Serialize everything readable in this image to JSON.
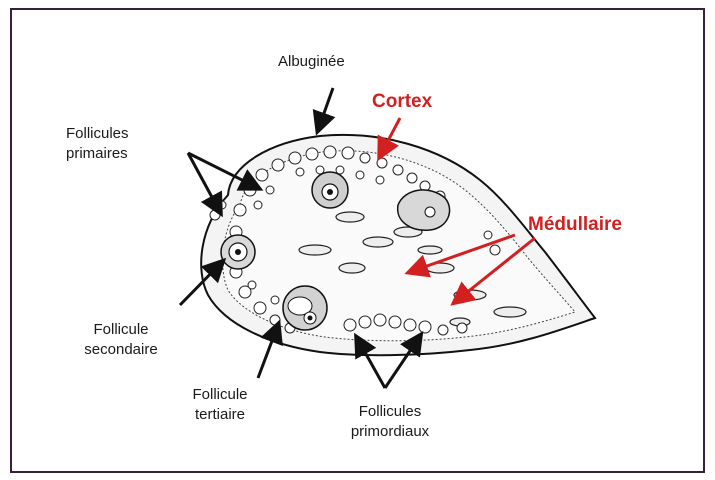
{
  "labels": {
    "albuginee": "Albuginée",
    "cortex": "Cortex",
    "follicules_primaires_l1": "Follicules",
    "follicules_primaires_l2": "primaires",
    "medullaire": "Médullaire",
    "follicule_secondaire_l1": "Follicule",
    "follicule_secondaire_l2": "secondaire",
    "follicule_tertiaire_l1": "Follicule",
    "follicule_tertiaire_l2": "tertiaire",
    "follicules_primordiaux_l1": "Follicules",
    "follicules_primordiaux_l2": "primordiaux"
  },
  "colors": {
    "frame": "#3a1f3c",
    "text": "#1a1a1a",
    "accent_red": "#d21f1f"
  }
}
